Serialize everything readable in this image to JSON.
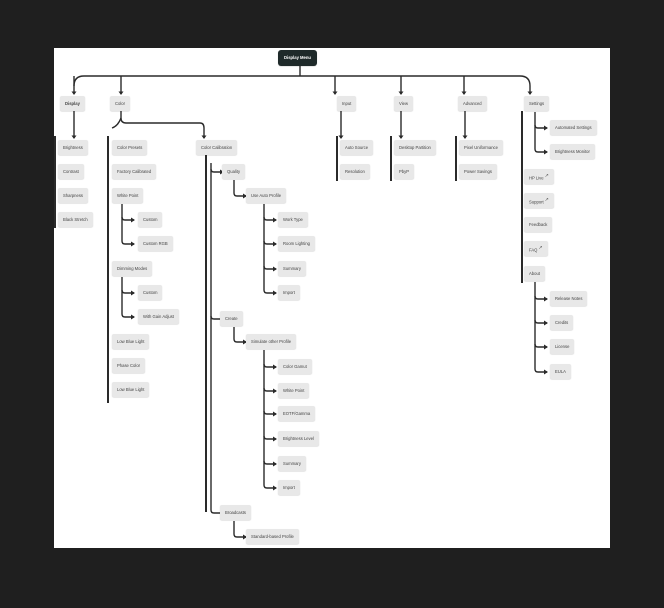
{
  "root": "Display Menu",
  "columns": [
    {
      "label": "Display",
      "items": [
        "Brightness",
        "Contrast",
        "Sharpness",
        "Black Stretch"
      ]
    },
    {
      "label": "Color",
      "items": [
        "Color Presets",
        "Factory Calibrated",
        "White Point",
        "Custom",
        "Custom RGB",
        "Dimming Modes",
        "Custom",
        "With Gain Adjust",
        "Low Blue Light",
        "Phase Color",
        "Low Blue Light"
      ]
    },
    {
      "label": "Color Calibration",
      "items": [
        "Quality",
        "Use Auto Profile",
        "Work Type",
        "Room Lighting",
        "Summary",
        "Import",
        "Create",
        "Simulate other Profile",
        "Color Gamut",
        "White Point",
        "EOTF/Gamma",
        "Brightness Level",
        "Summary",
        "Import",
        "Broadcasts",
        "Standard-based Profile"
      ]
    },
    {
      "label": "Input",
      "items": [
        "Auto Source",
        "Resolution"
      ]
    },
    {
      "label": "View",
      "items": [
        "Desktop Partition",
        "PbyP"
      ]
    },
    {
      "label": "Advanced",
      "items": [
        "Pixel Uniformance",
        "Power Savings"
      ]
    },
    {
      "label": "Settings",
      "items": [
        "Automated Settings",
        "Brightness Monitor",
        "HP Live",
        "Support",
        "Feedback",
        "FAQ",
        "About",
        "Release Notes",
        "Credits",
        "License",
        "EULA"
      ]
    }
  ],
  "external_marker": "↗"
}
